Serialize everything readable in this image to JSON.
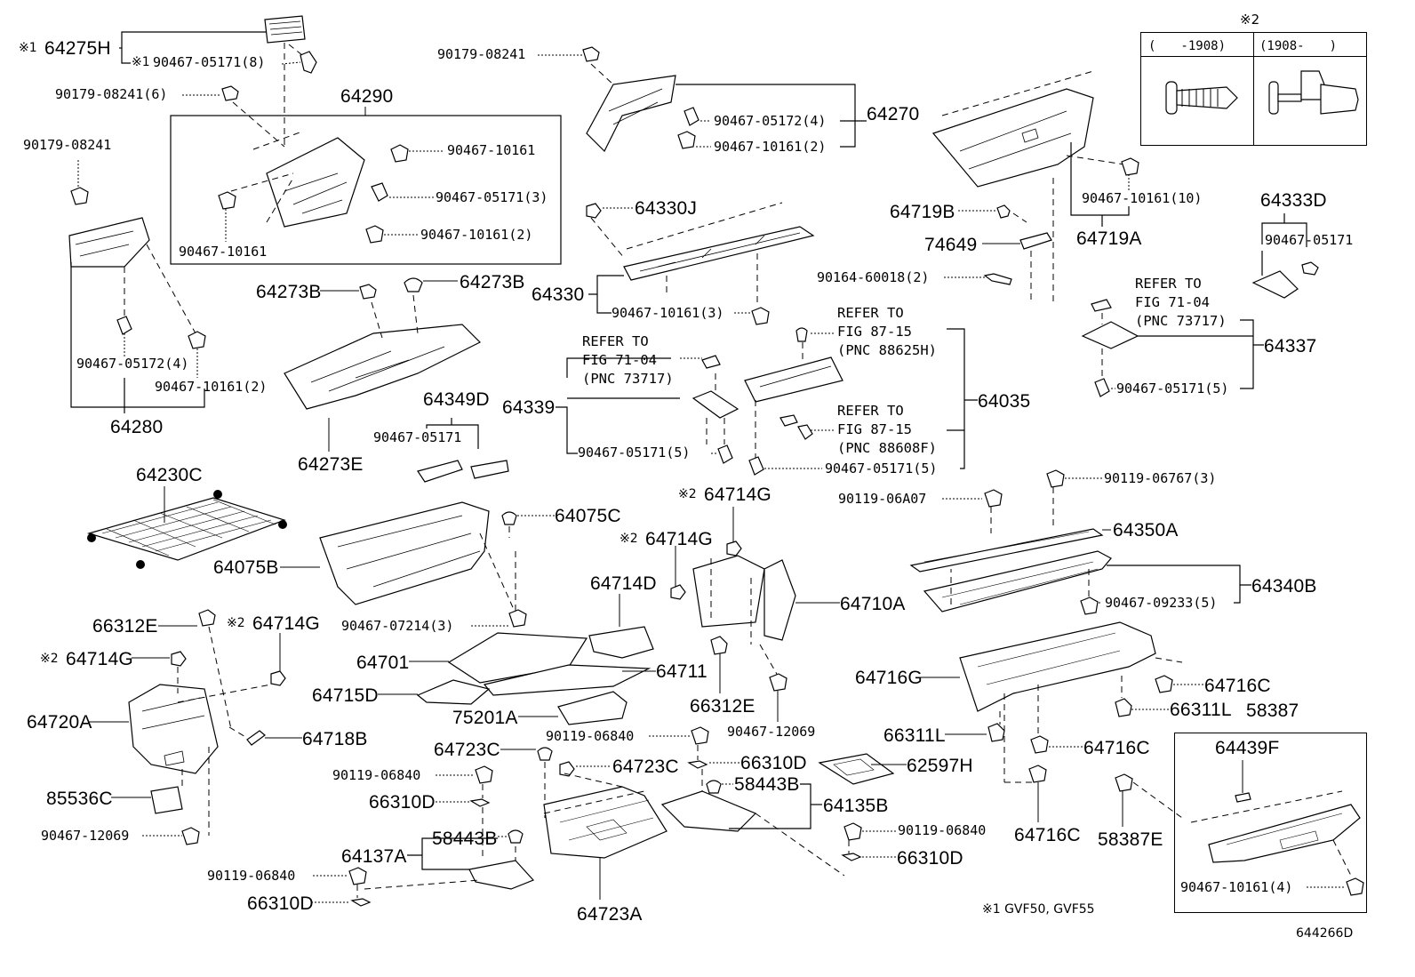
{
  "diagram_id": "644266D",
  "footnote": "※1 GVF50, GVF55",
  "legend": {
    "mark": "※2",
    "col_before": "(　　-1908)",
    "col_after": "(1908-　　)"
  },
  "labels": {
    "l_64275H": "64275H",
    "l_64275H_mark": "※1",
    "l_90467_05171_8": "90467-05171(8)",
    "l_90467_05171_8_mark": "※1",
    "l_90179_08241_6": "90179-08241(6)",
    "l_64290": "64290",
    "l_90179_08241_left": "90179-08241",
    "l_90467_10161_a": "90467-10161",
    "l_90467_05171_3": "90467-05171(3)",
    "l_90467_10161_b": "90467-10161",
    "l_90467_10161_2a": "90467-10161(2)",
    "l_90179_08241_top": "90179-08241",
    "l_90467_05172_4a": "90467-05172(4)",
    "l_64270": "64270",
    "l_90467_10161_2b": "90467-10161(2)",
    "l_64330J": "64330J",
    "l_64330": "64330",
    "l_90467_10161_3": "90467-10161(3)",
    "l_64273B_a": "64273B",
    "l_64273B_b": "64273B",
    "l_90467_05172_4b": "90467-05172(4)",
    "l_90467_10161_2c": "90467-10161(2)",
    "l_64280": "64280",
    "l_64273E": "64273E",
    "l_64349D": "64349D",
    "l_90467_05171_s": "90467-05171",
    "l_64339": "64339",
    "l_90467_05171_5a": "90467-05171(5)",
    "l_64719B": "64719B",
    "l_74649": "74649",
    "l_90164_60018_2": "90164-60018(2)",
    "l_90467_10161_10": "90467-10161(10)",
    "l_64719A": "64719A",
    "l_64333D": "64333D",
    "l_90467_05171_r": "90467-05171",
    "l_64337": "64337",
    "l_90467_05171_5c": "90467-05171(5)",
    "l_64035": "64035",
    "l_90467_05171_5b": "90467-05171(5)",
    "l_64230C": "64230C",
    "l_64075C": "64075C",
    "l_64075B": "64075B",
    "l_90467_07214_3": "90467-07214(3)",
    "l_64714G_a": "64714G",
    "l_64714G_b": "64714G",
    "l_64714D": "64714D",
    "l_64710A": "64710A",
    "l_90119_06A07": "90119-06A07",
    "l_90119_06767_3": "90119-06767(3)",
    "l_64350A": "64350A",
    "l_64340B": "64340B",
    "l_90467_09233_5": "90467-09233(5)",
    "l_66312E_a": "66312E",
    "l_64714G_c": "64714G",
    "l_64714G_d": "64714G",
    "l_64701": "64701",
    "l_64711": "64711",
    "l_64715D": "64715D",
    "l_75201A": "75201A",
    "l_66312E_b": "66312E",
    "l_90467_12069_a": "90467-12069",
    "l_64720A": "64720A",
    "l_64718B": "64718B",
    "l_64716G": "64716G",
    "l_64716C_a": "64716C",
    "l_66311L_a": "66311L",
    "l_58387": "58387",
    "l_66311L_b": "66311L",
    "l_64716C_b": "64716C",
    "l_64439F": "64439F",
    "l_64723C_a": "64723C",
    "l_90119_06840_a": "90119-06840",
    "l_64723C_b": "64723C",
    "l_66310D_a": "66310D",
    "l_62597H": "62597H",
    "l_85536C": "85536C",
    "l_90119_06840_b": "90119-06840",
    "l_66310D_b": "66310D",
    "l_58443B_a": "58443B",
    "l_64135B": "64135B",
    "l_90467_12069_b": "90467-12069",
    "l_64137A": "64137A",
    "l_58443B_b": "58443B",
    "l_90119_06840_c": "90119-06840",
    "l_66310D_c": "66310D",
    "l_90119_06840_d": "90119-06840",
    "l_66310D_d": "66310D",
    "l_64723A": "64723A",
    "l_64716C_c": "64716C",
    "l_58387E": "58387E",
    "l_90467_10161_4": "90467-10161(4)",
    "l_mark_64714G_a": "※2",
    "l_mark_64714G_b": "※2",
    "l_mark_64714G_c": "※2",
    "l_mark_64714G_d": "※2"
  },
  "refers": {
    "r1": [
      "REFER TO",
      "FIG 71-04",
      "(PNC 73717)"
    ],
    "r2": [
      "REFER TO",
      "FIG 87-15",
      "(PNC 88625H)"
    ],
    "r3": [
      "REFER TO",
      "FIG 87-15",
      "(PNC 88608F)"
    ],
    "r4": [
      "REFER TO",
      "FIG 71-04",
      "(PNC 73717)"
    ]
  }
}
